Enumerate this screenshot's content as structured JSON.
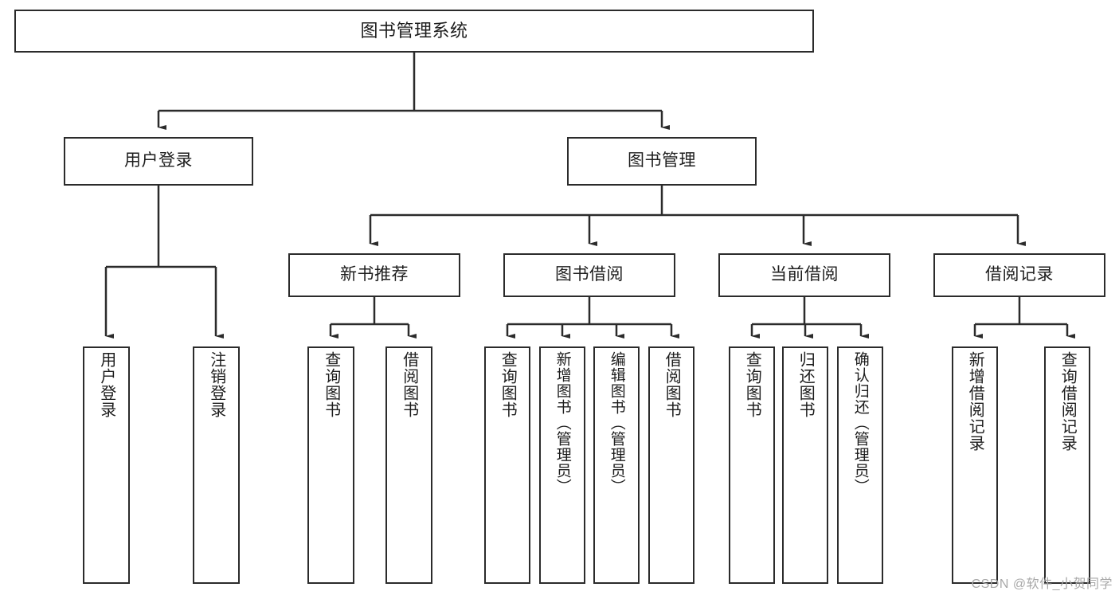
{
  "diagram": {
    "title": "图书管理系统",
    "type": "tree-hierarchy-chart",
    "root": {
      "label": "图书管理系统"
    },
    "level2": [
      {
        "label": "用户登录"
      },
      {
        "label": "图书管理"
      }
    ],
    "level3": [
      {
        "label": "新书推荐"
      },
      {
        "label": "图书借阅"
      },
      {
        "label": "当前借阅"
      },
      {
        "label": "借阅记录"
      }
    ],
    "leaves": {
      "user_login": [
        {
          "label": "用户登录"
        },
        {
          "label": "注销登录"
        }
      ],
      "new_book_recommend": [
        {
          "label": "查询图书"
        },
        {
          "label": "借阅图书"
        }
      ],
      "book_borrow": [
        {
          "label": "查询图书"
        },
        {
          "label": "新增图书（管理员）"
        },
        {
          "label": "编辑图书（管理员）"
        },
        {
          "label": "借阅图书"
        }
      ],
      "current_borrow": [
        {
          "label": "查询图书"
        },
        {
          "label": "归还图书"
        },
        {
          "label": "确认归还（管理员）"
        }
      ],
      "borrow_record": [
        {
          "label": "新增借阅记录"
        },
        {
          "label": "查询借阅记录"
        }
      ]
    }
  },
  "watermark": {
    "text": "CSDN @软件_小贺同学"
  },
  "colors": {
    "stroke": "#2b2b2b",
    "fill": "#ffffff",
    "text": "#1d1d1d",
    "watermark": "#a8a8a8"
  }
}
